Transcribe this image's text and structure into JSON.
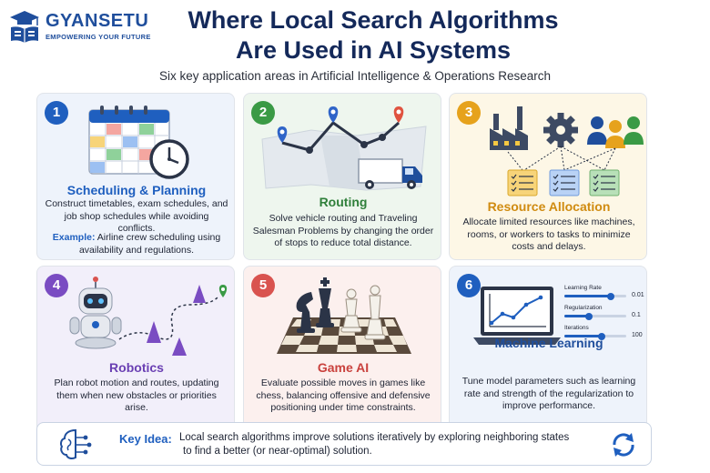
{
  "brand": {
    "name": "GYANSETU",
    "tagline": "EMPOWERING YOUR FUTURE",
    "color": "#1f4e9c"
  },
  "header": {
    "title_line1": "Where Local Search Algorithms",
    "title_line2": "Are Used in AI Systems",
    "subtitle": "Six key application areas in Artificial Intelligence & Operations Research"
  },
  "cards": [
    {
      "number": "1",
      "title": "Scheduling & Planning",
      "description": "Construct timetables, exam schedules, and job shop schedules while avoiding conflicts.",
      "example_label": "Example:",
      "example_text": " Airline crew scheduling using availability and regulations.",
      "icon": "calendar-clock-icon",
      "accent": "#1f5fbf"
    },
    {
      "number": "2",
      "title": "Routing",
      "description": "Solve vehicle routing and Traveling Salesman Problems by changing the order of stops to reduce total distance.",
      "icon": "route-map-truck-icon",
      "accent": "#3a9a45"
    },
    {
      "number": "3",
      "title": "Resource Allocation",
      "description": "Allocate limited resources like machines, rooms, or workers to tasks to minimize costs and delays.",
      "icon": "factory-gear-workers-icon",
      "accent": "#e6a21c"
    },
    {
      "number": "4",
      "title": "Robotics",
      "description": "Plan robot motion and routes, updating them when new obstacles or priorities arise.",
      "icon": "robot-path-icon",
      "accent": "#7a4cc2"
    },
    {
      "number": "5",
      "title": "Game AI",
      "description": "Evaluate possible moves in games like chess, balancing offensive and defensive positioning under time constraints.",
      "icon": "chessboard-icon",
      "accent": "#d9534f"
    },
    {
      "number": "6",
      "title": "Machine Learning",
      "description": "Tune model parameters such as learning rate and strength of the regularization to improve performance.",
      "icon": "laptop-chart-icon",
      "accent": "#1f5fbf",
      "params": [
        {
          "label": "Learning Rate",
          "value": "0.01",
          "level": 0.75
        },
        {
          "label": "Regularization",
          "value": "0.1",
          "level": 0.4
        },
        {
          "label": "Iterations",
          "value": "100",
          "level": 0.6
        }
      ]
    }
  ],
  "key_idea": {
    "label": "Key Idea:",
    "line1": "Local search algorithms improve solutions iteratively by exploring neighboring states",
    "line2": "to find a better (or near-optimal) solution.",
    "left_icon": "brain-circuit-icon",
    "right_icon": "refresh-cycle-icon"
  }
}
